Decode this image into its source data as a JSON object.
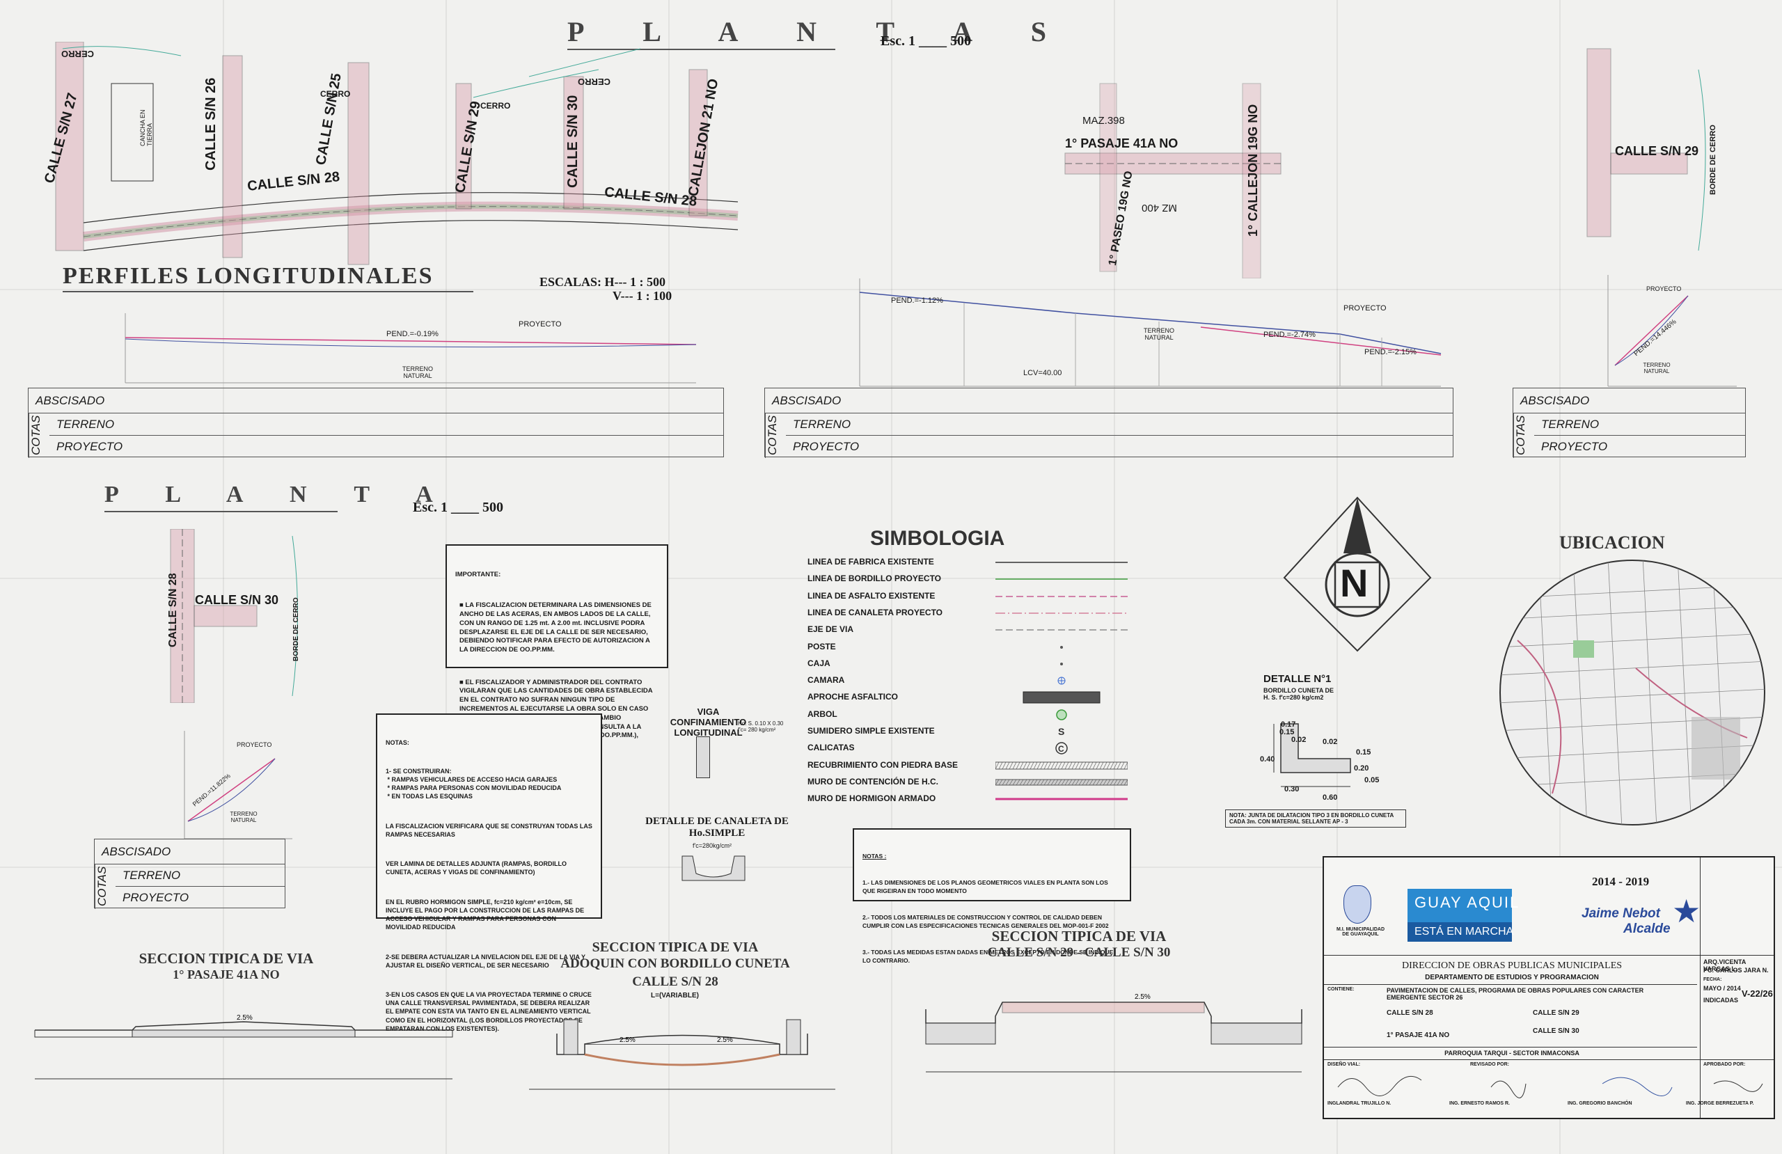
{
  "titles": {
    "plantas": "P L A N T A S",
    "plantas_scale": "Esc. 1 ____ 500",
    "perfiles": "PERFILES LONGITUDINALES",
    "perfiles_scale_h": "ESCALAS: H--- 1 : 500",
    "perfiles_scale_v": "V--- 1 : 100",
    "planta": "P L A N T A",
    "planta_scale": "Esc. 1 ____ 500",
    "simbologia": "SIMBOLOGIA",
    "ubicacion": "UBICACION"
  },
  "streets": {
    "calle_sn_27": "CALLE S/N 27",
    "calle_sn_26": "CALLE S/N 26",
    "calle_sn_28": "CALLE S/N 28",
    "calle_sn_25": "CALLE S/N 25",
    "calle_sn_29": "CALLE S/N 29",
    "calle_sn_30": "CALLE S/N 30",
    "callejon_21no": "CALLEJON 21 NO",
    "cerro": "CERRO",
    "cancha": "CANCHA EN TIERRA",
    "pasaje_41a": "1° PASAJE 41A NO",
    "callejon_19g": "1° CALLEJON 19G NO",
    "paseo_19g": "1° PASEO 19G NO",
    "maz_398": "MAZ.398",
    "mz_400": "MZ 400",
    "borde_cerro": "BORDE DE CERRO"
  },
  "profile_labels": {
    "abscisado": "ABSCISADO",
    "terreno": "TERRENO",
    "proyecto": "PROYECTO",
    "cotas": "COTAS",
    "pend_1": "PEND.=-0.19%",
    "pend_2": "PEND.=-1.12%",
    "pend_3": "PEND.=-2.74%",
    "pend_4": "PEND.=-2.15%",
    "pend_5": "PEND.=14.446%",
    "pend_6": "PEND.=11.822%",
    "terreno_natural": "TERRENO NATURAL",
    "proyecto_label": "PROYECTO",
    "lcv": "LCV=40.00"
  },
  "importante": {
    "title": "IMPORTANTE:",
    "p1": "■ LA FISCALIZACION DETERMINARA LAS DIMENSIONES DE ANCHO DE LAS ACERAS, EN AMBOS LADOS DE LA CALLE, CON UN RANGO DE 1.25 mt. A 2.00 mt. INCLUSIVE PODRA DESPLAZARSE EL EJE DE LA CALLE DE SER NECESARIO, DEBIENDO NOTIFICAR PARA EFECTO DE AUTORIZACION A LA DIRECCION DE OO.PP.MM.",
    "p2": "■ EL FISCALIZADOR Y ADMINISTRADOR DEL CONTRATO VIGILARAN QUE LAS CANTIDADES DE OBRA ESTABLECIDA EN EL CONTRATO NO SUFRAN NINGUN TIPO DE INCREMENTOS AL EJECUTARSE LA OBRA SOLO EN CASO ESTRICTAMENTE NECESARIO DE ALGUN CAMBIO SUSTANCIAL SE DEBERA REALIZAR LA CONSULTA A LA UNIDAD DE ESTUDIOS Y PROGRAMACION (OO.PP.MM.), PREVIO A SU EJECUCION."
  },
  "notas_left": {
    "title": "NOTAS:",
    "p1": "1- SE CONSTRUIRAN:\n * RAMPAS VEHICULARES DE ACCESO HACIA GARAJES\n * RAMPAS PARA PERSONAS CON MOVILIDAD REDUCIDA\n * EN TODAS LAS ESQUINAS",
    "p2": "LA FISCALIZACION VERIFICARA QUE SE CONSTRUYAN TODAS LAS RAMPAS NECESARIAS",
    "p3": "VER LAMINA DE DETALLES ADJUNTA (RAMPAS, BORDILLO CUNETA, ACERAS Y VIGAS DE CONFINAMIENTO)",
    "p4": "EN EL RUBRO HORMIGON SIMPLE, fc=210 kg/cm² e=10cm, SE INCLUYE EL PAGO POR LA CONSTRUCCION DE LAS RAMPAS DE ACCESO VEHICULAR Y RAMPAS PARA PERSONAS CON MOVILIDAD REDUCIDA",
    "p5": "2-SE DEBERA ACTUALIZAR LA NIVELACION DEL EJE DE LA VIA Y AJUSTAR EL DISEÑO VERTICAL, DE SER NECESARIO",
    "p6": "3-EN LOS CASOS EN QUE LA VIA PROYECTADA TERMINE O CRUCE UNA CALLE TRANSVERSAL PAVIMENTADA, SE DEBERA REALIZAR EL EMPATE CON ESTA VIA TANTO EN EL ALINEAMIENTO VERTICAL COMO EN EL HORIZONTAL (LOS BORDILLOS PROYECTADOS SE EMPATARAN CON LOS EXISTENTES)."
  },
  "notas_mid": {
    "title": "NOTAS :",
    "p1": "1.- LAS DIMENSIONES DE LOS PLANOS GEOMETRICOS VIALES EN PLANTA SON LOS QUE RIGEIRAN EN TODO MOMENTO",
    "p2": "2.- TODOS LOS MATERIALES DE CONSTRUCCION Y CONTROL DE CALIDAD DEBEN CUMPLIR CON LAS ESPECIFICACIONES TECNICAS GENERALES DEL MOP-001-F 2002",
    "p3": "3.- TODAS LAS MEDIDAS ESTAN DADAS EN METROS EXCEPTO EN DONDE SE INDIQUE LO CONTRARIO."
  },
  "legend": [
    {
      "label": "LINEA DE FABRICA EXISTENTE",
      "color": "#333333",
      "style": "solid"
    },
    {
      "label": "LINEA DE BORDILLO PROYECTO",
      "color": "#3a9a3a",
      "style": "solid"
    },
    {
      "label": "LINEA DE ASFALTO EXISTENTE",
      "color": "#c04080",
      "style": "dashed"
    },
    {
      "label": "LINEA DE CANALETA PROYECTO",
      "color": "#d06a8a",
      "style": "dashdot"
    },
    {
      "label": "EJE DE VIA",
      "color": "#777777",
      "style": "dashed"
    },
    {
      "label": "POSTE",
      "color": "#555555",
      "style": "dot"
    },
    {
      "label": "CAJA",
      "color": "#555555",
      "style": "dot"
    },
    {
      "label": "CAMARA",
      "color": "#3a6ad0",
      "style": "circle"
    },
    {
      "label": "APROCHE ASFALTICO",
      "color": "#555555",
      "style": "box"
    },
    {
      "label": "ARBOL",
      "color": "#3a9a3a",
      "style": "tree"
    },
    {
      "label": "SUMIDERO SIMPLE EXISTENTE",
      "color": "#333333",
      "style": "S"
    },
    {
      "label": "CALICATAS",
      "color": "#333333",
      "style": "C"
    },
    {
      "label": "RECUBRIMIENTO CON PIEDRA BASE",
      "color": "#555555",
      "style": "hatch"
    },
    {
      "label": "MURO DE CONTENCIÓN DE H.C.",
      "color": "#555555",
      "style": "hatch2"
    },
    {
      "label": "MURO DE HORMIGON ARMADO",
      "color": "#d03a8a",
      "style": "thick"
    }
  ],
  "details": {
    "viga_title": "VIGA CONFINAMIENTO LONGITUDINAL",
    "viga_sub": "Ho. S. 0.10 X 0.30 f'c= 280 kg/cm²",
    "canaleta_title": "DETALLE DE CANALETA DE Ho.SIMPLE",
    "canaleta_sub": "f'c=280kg/cm²",
    "detalle1_title": "DETALLE N°1",
    "detalle1_sub": "BORDILLO CUNETA DE H. S. f'c=280 kg/cm2",
    "nota_junta": "NOTA: JUNTA DE DILATACION TIPO 3 EN BORDILLO CUNETA CADA 3m. CON MATERIAL SELLANTE AP - 3",
    "dims": [
      "0.17",
      "0.15",
      "0.02",
      "0.02",
      "0.15",
      "0.40",
      "0.20",
      "0.05",
      "0.30",
      "0.60"
    ]
  },
  "sections": {
    "s1_title": "SECCION TIPICA DE VIA",
    "s1_sub": "1° PASAJE 41A NO",
    "s2_title": "SECCION TIPICA DE VIA",
    "s2_sub1": "ADOQUIN CON BORDILLO CUNETA",
    "s2_sub2": "CALLE S/N 28",
    "s2_var": "L=(VARIABLE)",
    "s3_title": "SECCION TIPICA DE VIA",
    "s3_sub": "CALLE S/N 29 - CALLE S/N 30",
    "pct_2": "2.5%",
    "pct_3": "2.5%"
  },
  "titleblock": {
    "years": "2014 - 2019",
    "muni": "M.I. MUNICIPALIDAD DE GUAYAQUIL",
    "brand_1": "GUAY AQUIL",
    "brand_2": "ESTÁ EN MARCHA",
    "mayor_1": "Jaime Nebot",
    "mayor_2": "Alcalde",
    "direccion": "DIRECCION DE OBRAS PUBLICAS MUNICIPALES",
    "departamento": "DEPARTAMENTO DE ESTUDIOS Y PROGRAMACION",
    "contiene": "CONTIENE:",
    "proyecto": "PAVIMENTACION DE CALLES, PROGRAMA DE OBRAS POPULARES CON CARACTER EMERGENTE   SECTOR 26",
    "calle_1": "CALLE S/N 28",
    "calle_2": "CALLE S/N 29",
    "pasaje": "1° PASAJE 41A NO",
    "calle_3": "CALLE S/N 30",
    "parroquia": "PARROQUIA TARQUI - SECTOR INMACONSA",
    "fecha_label": "FECHA:",
    "fecha": "MAYO / 2014",
    "escala": "INDICADAS",
    "lamina": "V-22/26",
    "diseno": "DISEÑO VIAL:",
    "revisado": "REVISADO POR:",
    "aprobado": "APROBADO POR:",
    "ing_1": "INGLANDRAL TRUJILLO N.",
    "ing_2": "ING. ERNESTO RAMOS R.",
    "ing_3": "ING. GREGORIO BANCHÓN",
    "ing_4": "ING. JORGE BERREZUETA P.",
    "arq": "ARQ.VICENTA VARGAS L.",
    "pc": "PC. CARLOS JARA N."
  },
  "north": "N"
}
